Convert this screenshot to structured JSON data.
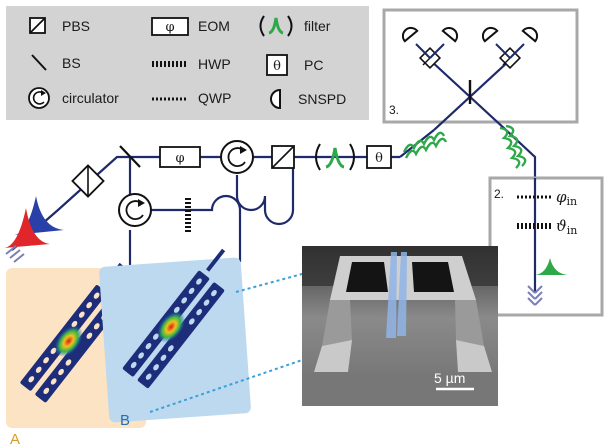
{
  "legend": {
    "pbs": "PBS",
    "bs": "BS",
    "circulator": "circulator",
    "eom": "EOM",
    "hwp": "HWP",
    "qwp": "QWP",
    "filter": "filter",
    "pc": "PC",
    "snspd": "SNSPD",
    "eom_symbol": "φ",
    "pc_symbol": "θ"
  },
  "beamline": {
    "eom_symbol": "φ",
    "pc_symbol": "θ"
  },
  "panel3": {
    "label": "3."
  },
  "panel2": {
    "label": "2.",
    "phi_label": "φ",
    "phi_sub": "in",
    "theta_label": "ϑ",
    "theta_sub": "in"
  },
  "devices": {
    "label_a": "A",
    "label_b": "B"
  },
  "sem": {
    "scalebar": "5 µm"
  },
  "colors": {
    "fiber": "#1f2a6b",
    "pulse_red": "#e0262b",
    "pulse_blue": "#2840a8",
    "pulse_green": "#2fa84a",
    "panel_a_bg": "#fbe3c4",
    "panel_b_bg": "#bcd9ef",
    "legend_bg": "#d3d3d3",
    "label_a": "#d89a2a",
    "label_b": "#2a6fb0"
  }
}
